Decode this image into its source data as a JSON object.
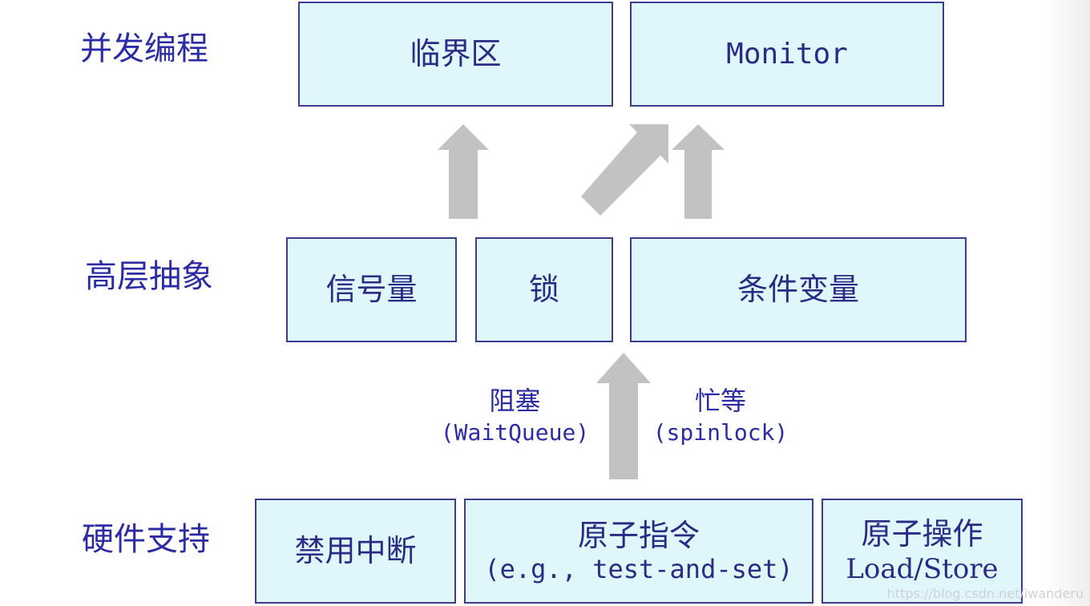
{
  "layers": {
    "concurrent": "并发编程",
    "abstraction": "高层抽象",
    "hardware": "硬件支持"
  },
  "boxes": {
    "critical_section": "临界区",
    "monitor": "Monitor",
    "semaphore": "信号量",
    "lock": "锁",
    "condition_variable": "条件变量",
    "disable_interrupts": "禁用中断",
    "atomic_instruction": {
      "title": "原子指令",
      "detail": "(e.g., test-and-set)"
    },
    "atomic_operation": {
      "title": "原子操作",
      "detail": "Load/Store"
    }
  },
  "arrow_labels": {
    "blocking": {
      "zh": "阻塞",
      "en": "(WaitQueue)"
    },
    "busy_wait": {
      "zh": "忙等",
      "en": "(spinlock)"
    }
  },
  "colors": {
    "box_fill": "#dff7fb",
    "box_border": "#3c3c8c",
    "text": "#2b2b86",
    "arrow": "#c2c2c2"
  },
  "watermark": "https://blog.csdn.net/iwanderu"
}
